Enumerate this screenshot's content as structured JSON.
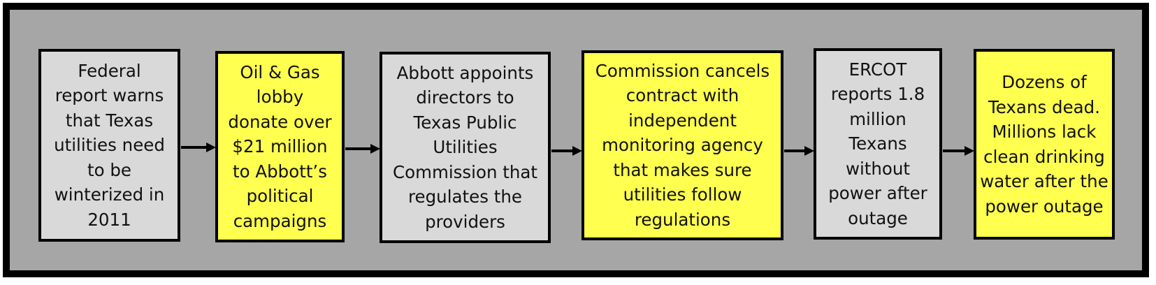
{
  "flow": {
    "steps": [
      {
        "text": "Federal report warns that Texas utilities need to be winterized in 2011",
        "fill": "gray"
      },
      {
        "text": "Oil & Gas lobby donate over $21 million to Abbott’s political campaigns",
        "fill": "yellow"
      },
      {
        "text": "Abbott appoints directors to Texas Public Utilities Commission that regulates the providers",
        "fill": "gray"
      },
      {
        "text": "Commission cancels contract with independent monitoring agency that makes sure utilities follow regulations",
        "fill": "yellow"
      },
      {
        "text": "ERCOT reports 1.8 million Texans without power after outage",
        "fill": "gray"
      },
      {
        "text": "Dozens of Texans dead. Millions lack clean drinking water after the power outage",
        "fill": "yellow"
      }
    ]
  },
  "colors": {
    "frame_background": "#a6a6a6",
    "gray_box": "#d9d9d9",
    "yellow_box": "#ffff4f",
    "border": "#000000"
  }
}
